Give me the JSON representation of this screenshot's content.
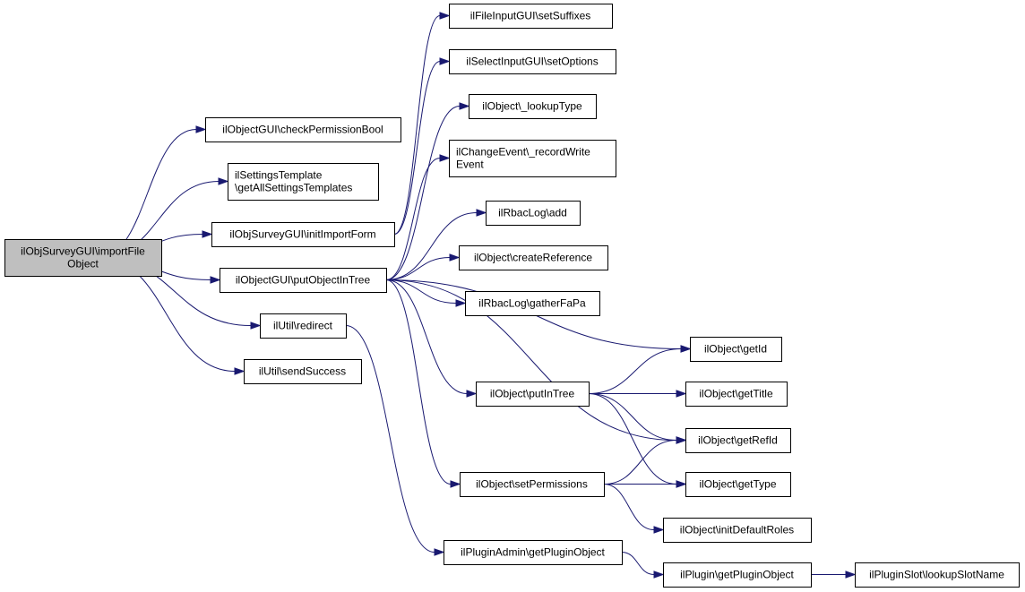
{
  "colors": {
    "edge": "#191970",
    "node_border": "#000000",
    "node_fill": "#ffffff",
    "root_fill": "#bfbfbf"
  },
  "nodes": {
    "root": [
      "ilObjSurveyGUI\\importFile",
      "Object"
    ],
    "checkPermissionBool": [
      "ilObjectGUI\\checkPermissionBool"
    ],
    "getAllSettingsTemplates": [
      "ilSettingsTemplate",
      "\\getAllSettingsTemplates"
    ],
    "initImportForm": [
      "ilObjSurveyGUI\\initImportForm"
    ],
    "putObjectInTree": [
      "ilObjectGUI\\putObjectInTree"
    ],
    "redirect": [
      "ilUtil\\redirect"
    ],
    "sendSuccess": [
      "ilUtil\\sendSuccess"
    ],
    "setSuffixes": [
      "ilFileInputGUI\\setSuffixes"
    ],
    "setOptions": [
      "ilSelectInputGUI\\setOptions"
    ],
    "lookupType": [
      "ilObject\\_lookupType"
    ],
    "recordWriteEvent": [
      "ilChangeEvent\\_recordWrite",
      "Event"
    ],
    "rbacAdd": [
      "ilRbacLog\\add"
    ],
    "createReference": [
      "ilObject\\createReference"
    ],
    "gatherFaPa": [
      "ilRbacLog\\gatherFaPa"
    ],
    "getId": [
      "ilObject\\getId"
    ],
    "putInTree": [
      "ilObject\\putInTree"
    ],
    "getTitle": [
      "ilObject\\getTitle"
    ],
    "getRefId": [
      "ilObject\\getRefId"
    ],
    "setPermissions": [
      "ilObject\\setPermissions"
    ],
    "getType": [
      "ilObject\\getType"
    ],
    "initDefaultRoles": [
      "ilObject\\initDefaultRoles"
    ],
    "getPluginObjectAdmin": [
      "ilPluginAdmin\\getPluginObject"
    ],
    "getPluginObject": [
      "ilPlugin\\getPluginObject"
    ],
    "lookupSlotName": [
      "ilPluginSlot\\lookupSlotName"
    ]
  },
  "edges": [
    [
      "root",
      "checkPermissionBool"
    ],
    [
      "root",
      "getAllSettingsTemplates"
    ],
    [
      "root",
      "initImportForm"
    ],
    [
      "root",
      "putObjectInTree"
    ],
    [
      "root",
      "redirect"
    ],
    [
      "root",
      "sendSuccess"
    ],
    [
      "initImportForm",
      "setSuffixes"
    ],
    [
      "initImportForm",
      "setOptions"
    ],
    [
      "putObjectInTree",
      "lookupType"
    ],
    [
      "putObjectInTree",
      "recordWriteEvent"
    ],
    [
      "putObjectInTree",
      "rbacAdd"
    ],
    [
      "putObjectInTree",
      "createReference"
    ],
    [
      "putObjectInTree",
      "gatherFaPa"
    ],
    [
      "putObjectInTree",
      "getId"
    ],
    [
      "putObjectInTree",
      "putInTree"
    ],
    [
      "putObjectInTree",
      "getRefId"
    ],
    [
      "putObjectInTree",
      "setPermissions"
    ],
    [
      "redirect",
      "getPluginObjectAdmin"
    ],
    [
      "putInTree",
      "getId"
    ],
    [
      "putInTree",
      "getTitle"
    ],
    [
      "putInTree",
      "getRefId"
    ],
    [
      "putInTree",
      "getType"
    ],
    [
      "setPermissions",
      "getRefId"
    ],
    [
      "setPermissions",
      "getType"
    ],
    [
      "setPermissions",
      "initDefaultRoles"
    ],
    [
      "getPluginObjectAdmin",
      "getPluginObject"
    ],
    [
      "getPluginObject",
      "lookupSlotName"
    ]
  ]
}
